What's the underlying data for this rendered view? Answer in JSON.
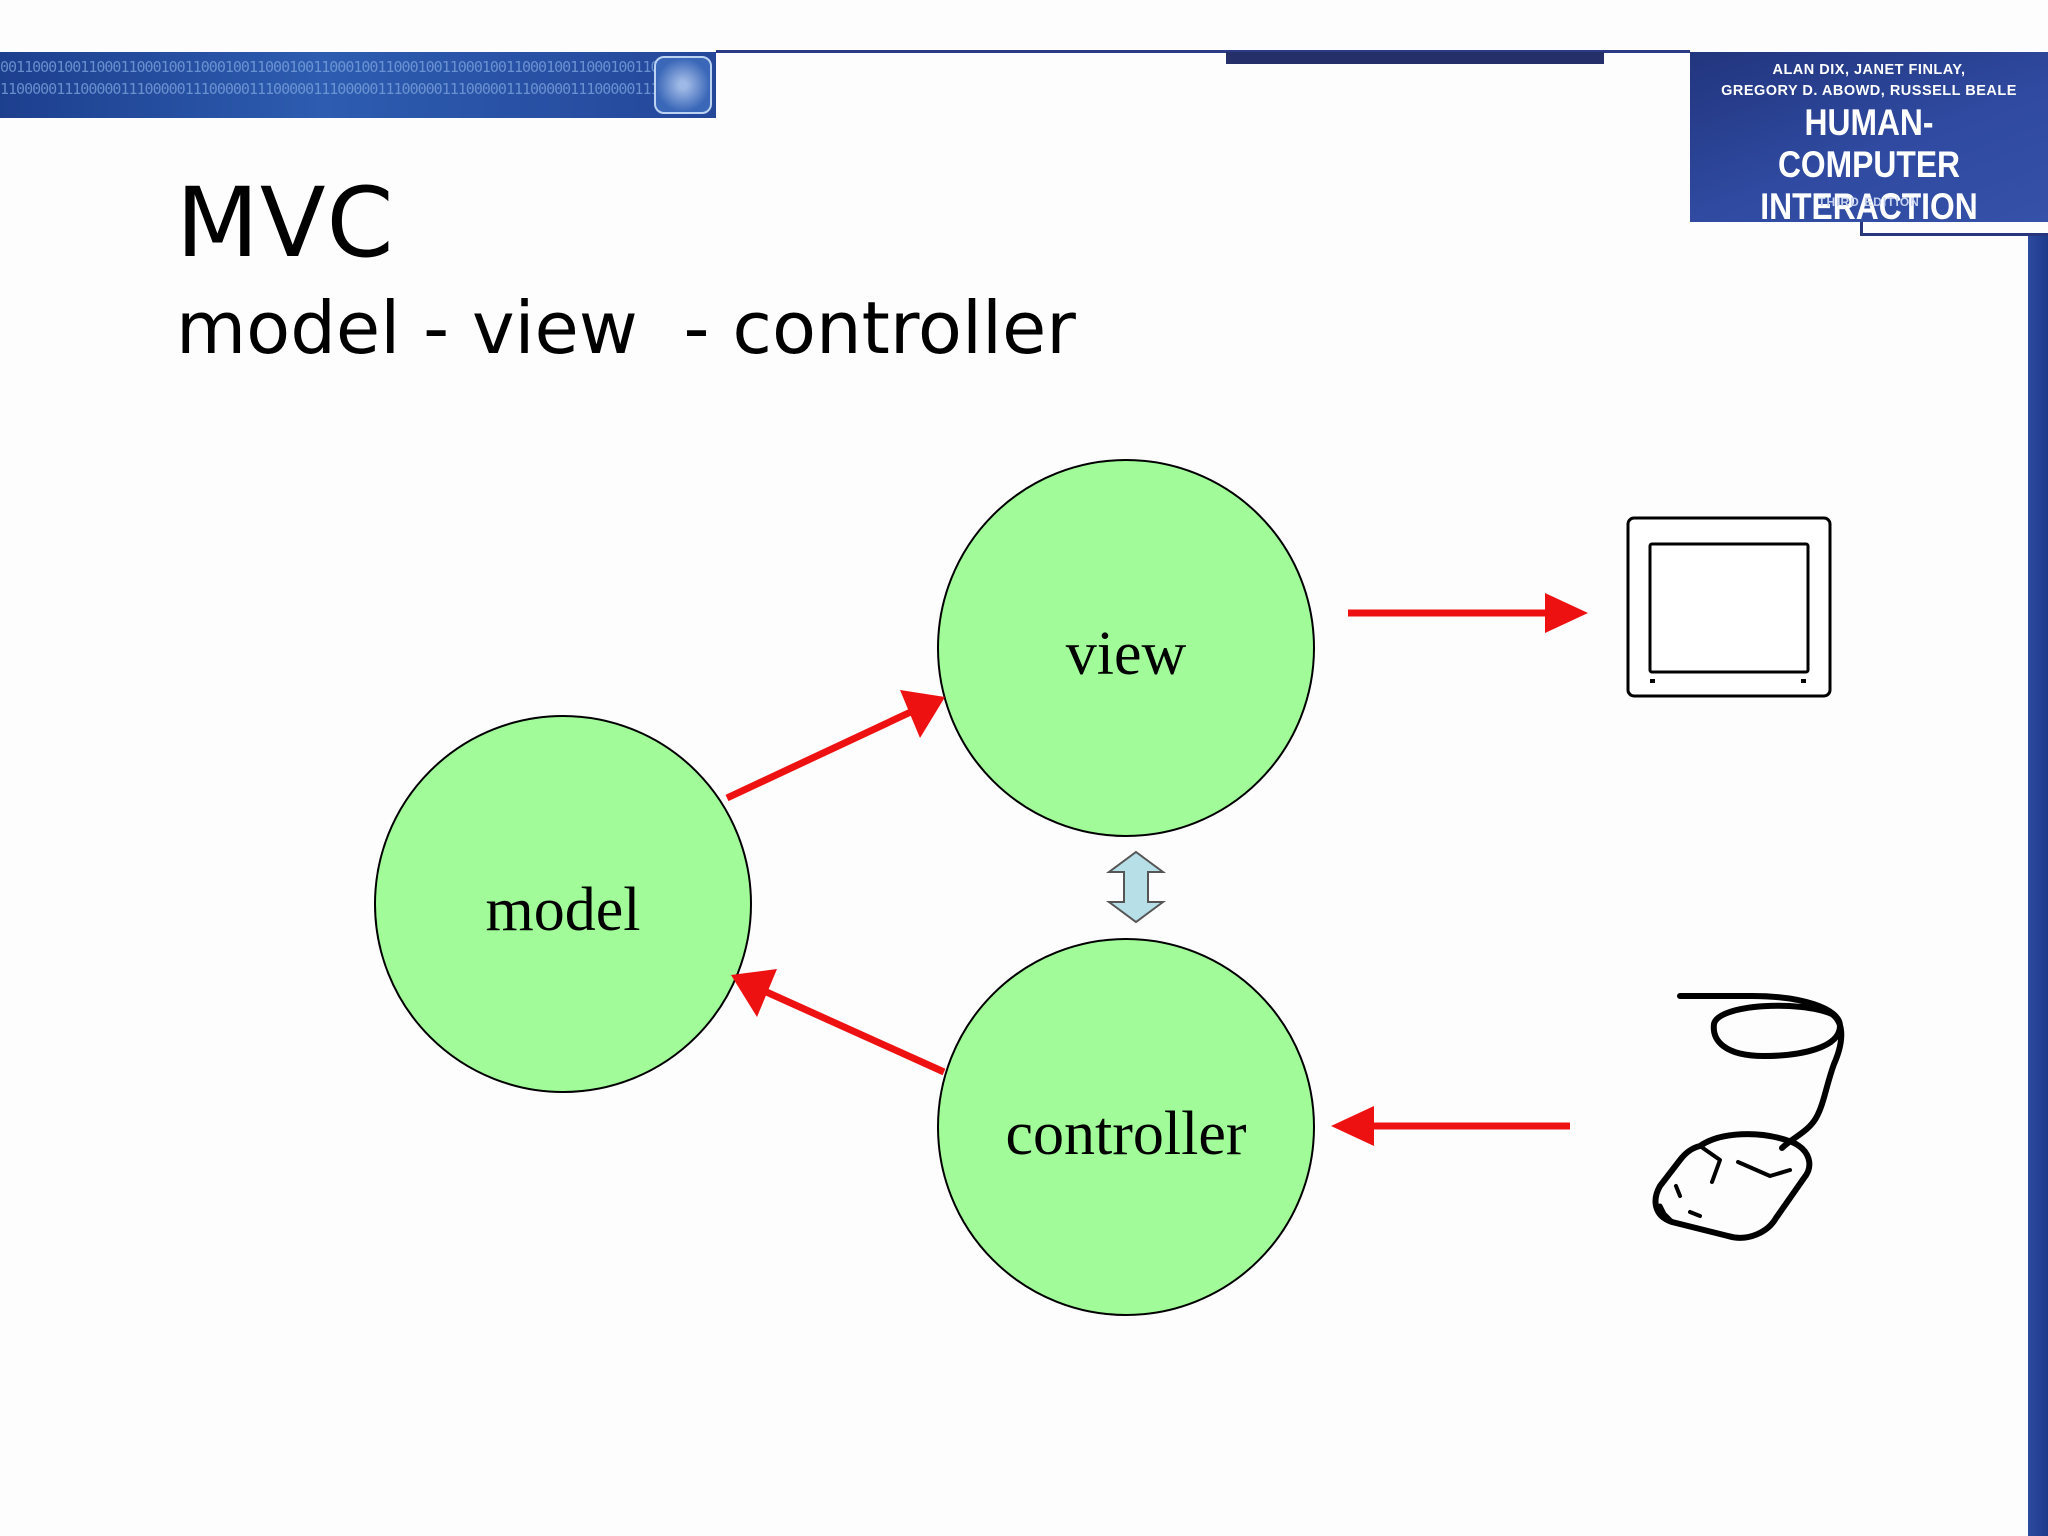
{
  "banner": {
    "pattern": "0011000100110001100010011000100110001001100010011000100110001001100010011000100110001001",
    "pattern2": "1100000111000001110000011100000111000001110000011100000111000001110000011100000111000001"
  },
  "book_cover": {
    "authors": "ALAN DIX, JANET FINLAY,\nGREGORY D. ABOWD, RUSSELL BEALE",
    "title": "HUMAN-COMPUTER\nINTERACTION",
    "edition": "THIRD EDITION"
  },
  "slide": {
    "title": "MVC",
    "subtitle": "model - view  - controller"
  },
  "diagram": {
    "nodes": {
      "model": "model",
      "view": "view",
      "controller": "controller"
    },
    "colors": {
      "node_fill": "#a0fb98",
      "arrow": "#ee1111",
      "sync_arrow": "#b7dfe8"
    },
    "icons": [
      "monitor-icon",
      "mouse-icon"
    ]
  }
}
